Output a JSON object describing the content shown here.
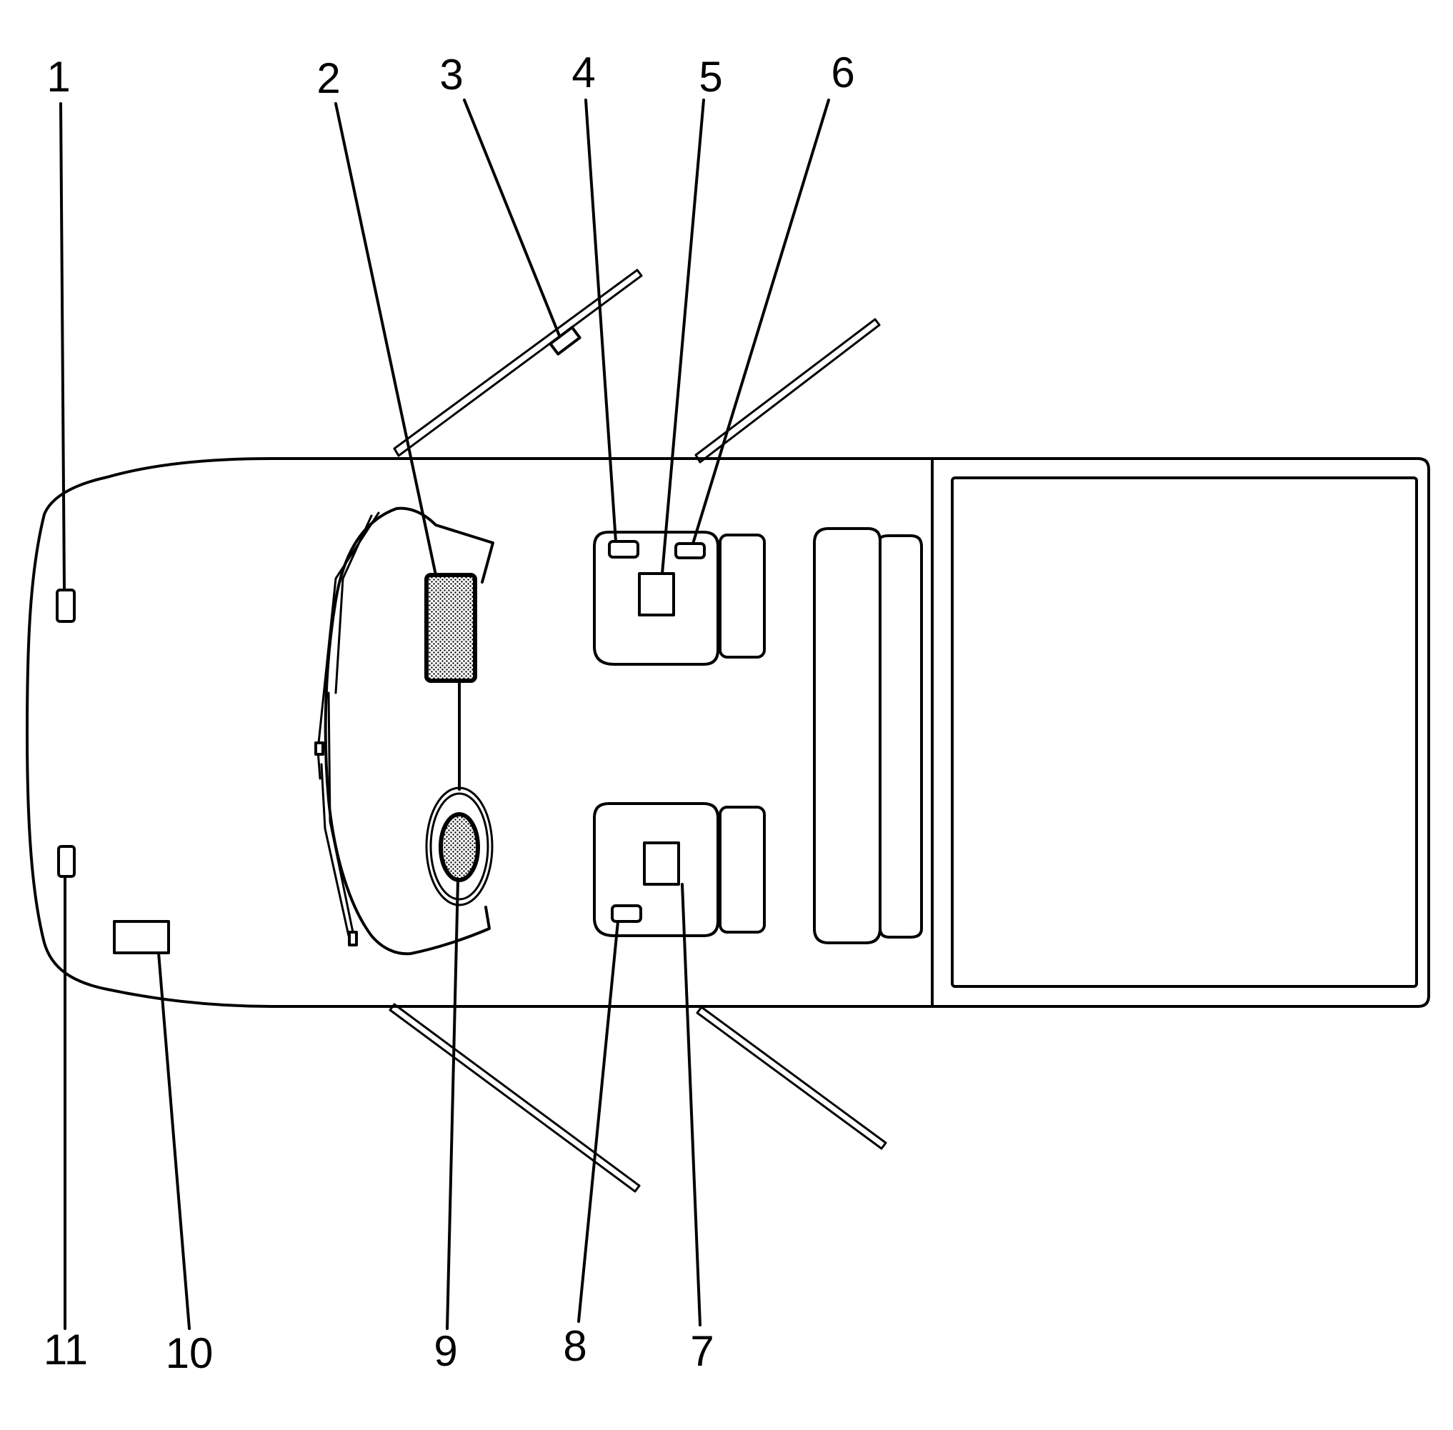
{
  "callouts": {
    "c1": "1",
    "c2": "2",
    "c3": "3",
    "c4": "4",
    "c5": "5",
    "c6": "6",
    "c7": "7",
    "c8": "8",
    "c9": "9",
    "c10": "10",
    "c11": "11"
  },
  "colors": {
    "line": "#000000",
    "background": "#ffffff",
    "stipple": "#9a9a9a"
  }
}
